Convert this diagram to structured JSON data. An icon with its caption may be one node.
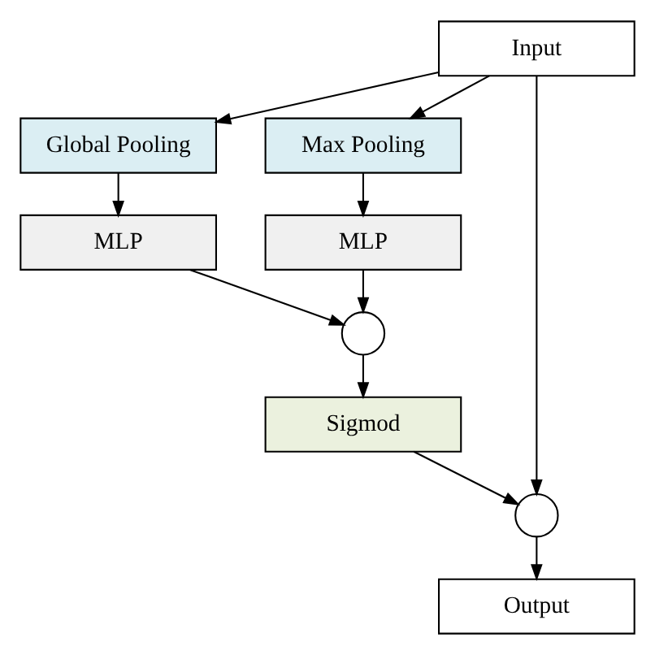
{
  "diagram": {
    "nodes": [
      {
        "text": [
          "Input"
        ]
      },
      {
        "text": [
          "Global Pooling"
        ]
      },
      {
        "text": [
          "Max Pooling"
        ]
      },
      {
        "text": [
          "MLP"
        ]
      },
      {
        "text": [
          "MLP"
        ]
      },
      {
        "text": [],
        "shape": "circle"
      },
      {
        "text": [
          "Sigmod"
        ]
      },
      {
        "text": [],
        "shape": "circle"
      },
      {
        "text": [
          "Output"
        ]
      }
    ],
    "edges": [
      {
        "from": 0,
        "to": 1,
        "arrow": "to"
      },
      {
        "from": 0,
        "to": 2,
        "arrow": "to"
      },
      {
        "from": 1,
        "to": 3,
        "arrow": "to"
      },
      {
        "from": 2,
        "to": 4,
        "arrow": "to"
      },
      {
        "from": 3,
        "to": 5,
        "arrow": "to"
      },
      {
        "from": 4,
        "to": 5,
        "arrow": "to"
      },
      {
        "from": 5,
        "to": 6,
        "arrow": "to"
      },
      {
        "from": 0,
        "to": 7,
        "arrow": "to"
      },
      {
        "from": 6,
        "to": 7,
        "arrow": "to"
      },
      {
        "from": 7,
        "to": 8,
        "arrow": "to"
      }
    ]
  }
}
